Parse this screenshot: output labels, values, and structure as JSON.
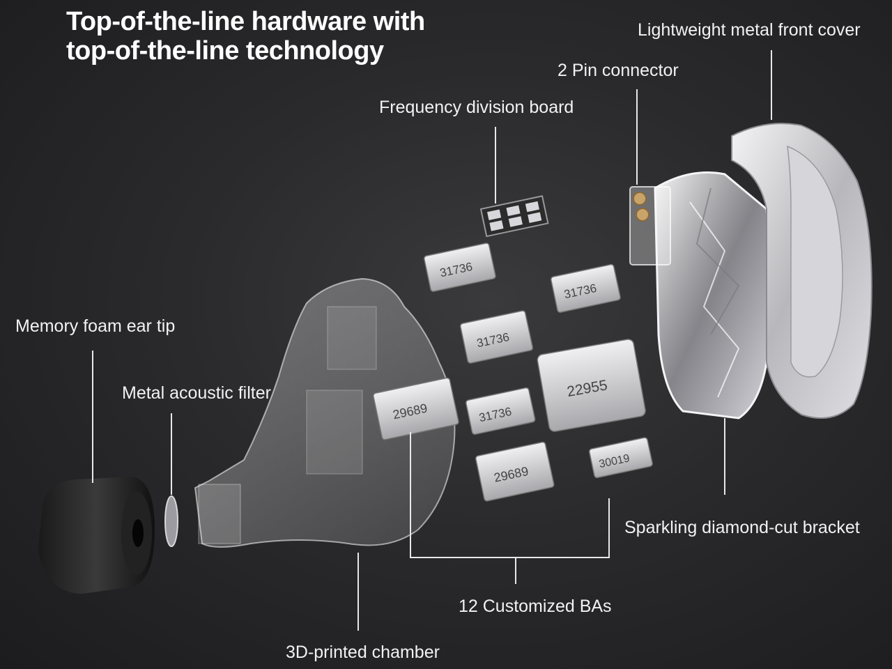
{
  "headline": {
    "line1": "Top-of-the-line hardware with",
    "line2": "top-of-the-line technology"
  },
  "labels": {
    "front_cover": "Lightweight metal front cover",
    "pin_connector": "2 Pin connector",
    "freq_board": "Frequency division board",
    "ear_tip": "Memory foam ear tip",
    "acoustic_filter": "Metal acoustic filter",
    "bracket": "Sparkling diamond-cut bracket",
    "bas": "12 Customized BAs",
    "chamber": "3D-printed chamber"
  },
  "ba_units": [
    {
      "model": "31736"
    },
    {
      "model": "31736"
    },
    {
      "model": "31736"
    },
    {
      "model": "31736"
    },
    {
      "model": "22955"
    },
    {
      "model": "29689"
    },
    {
      "model": "29689"
    },
    {
      "model": "30019"
    }
  ],
  "colors": {
    "background": "#2a2a2c",
    "text": "#ffffff",
    "leader_line": "#e8e8e8",
    "metal": "#c8c8cc"
  }
}
